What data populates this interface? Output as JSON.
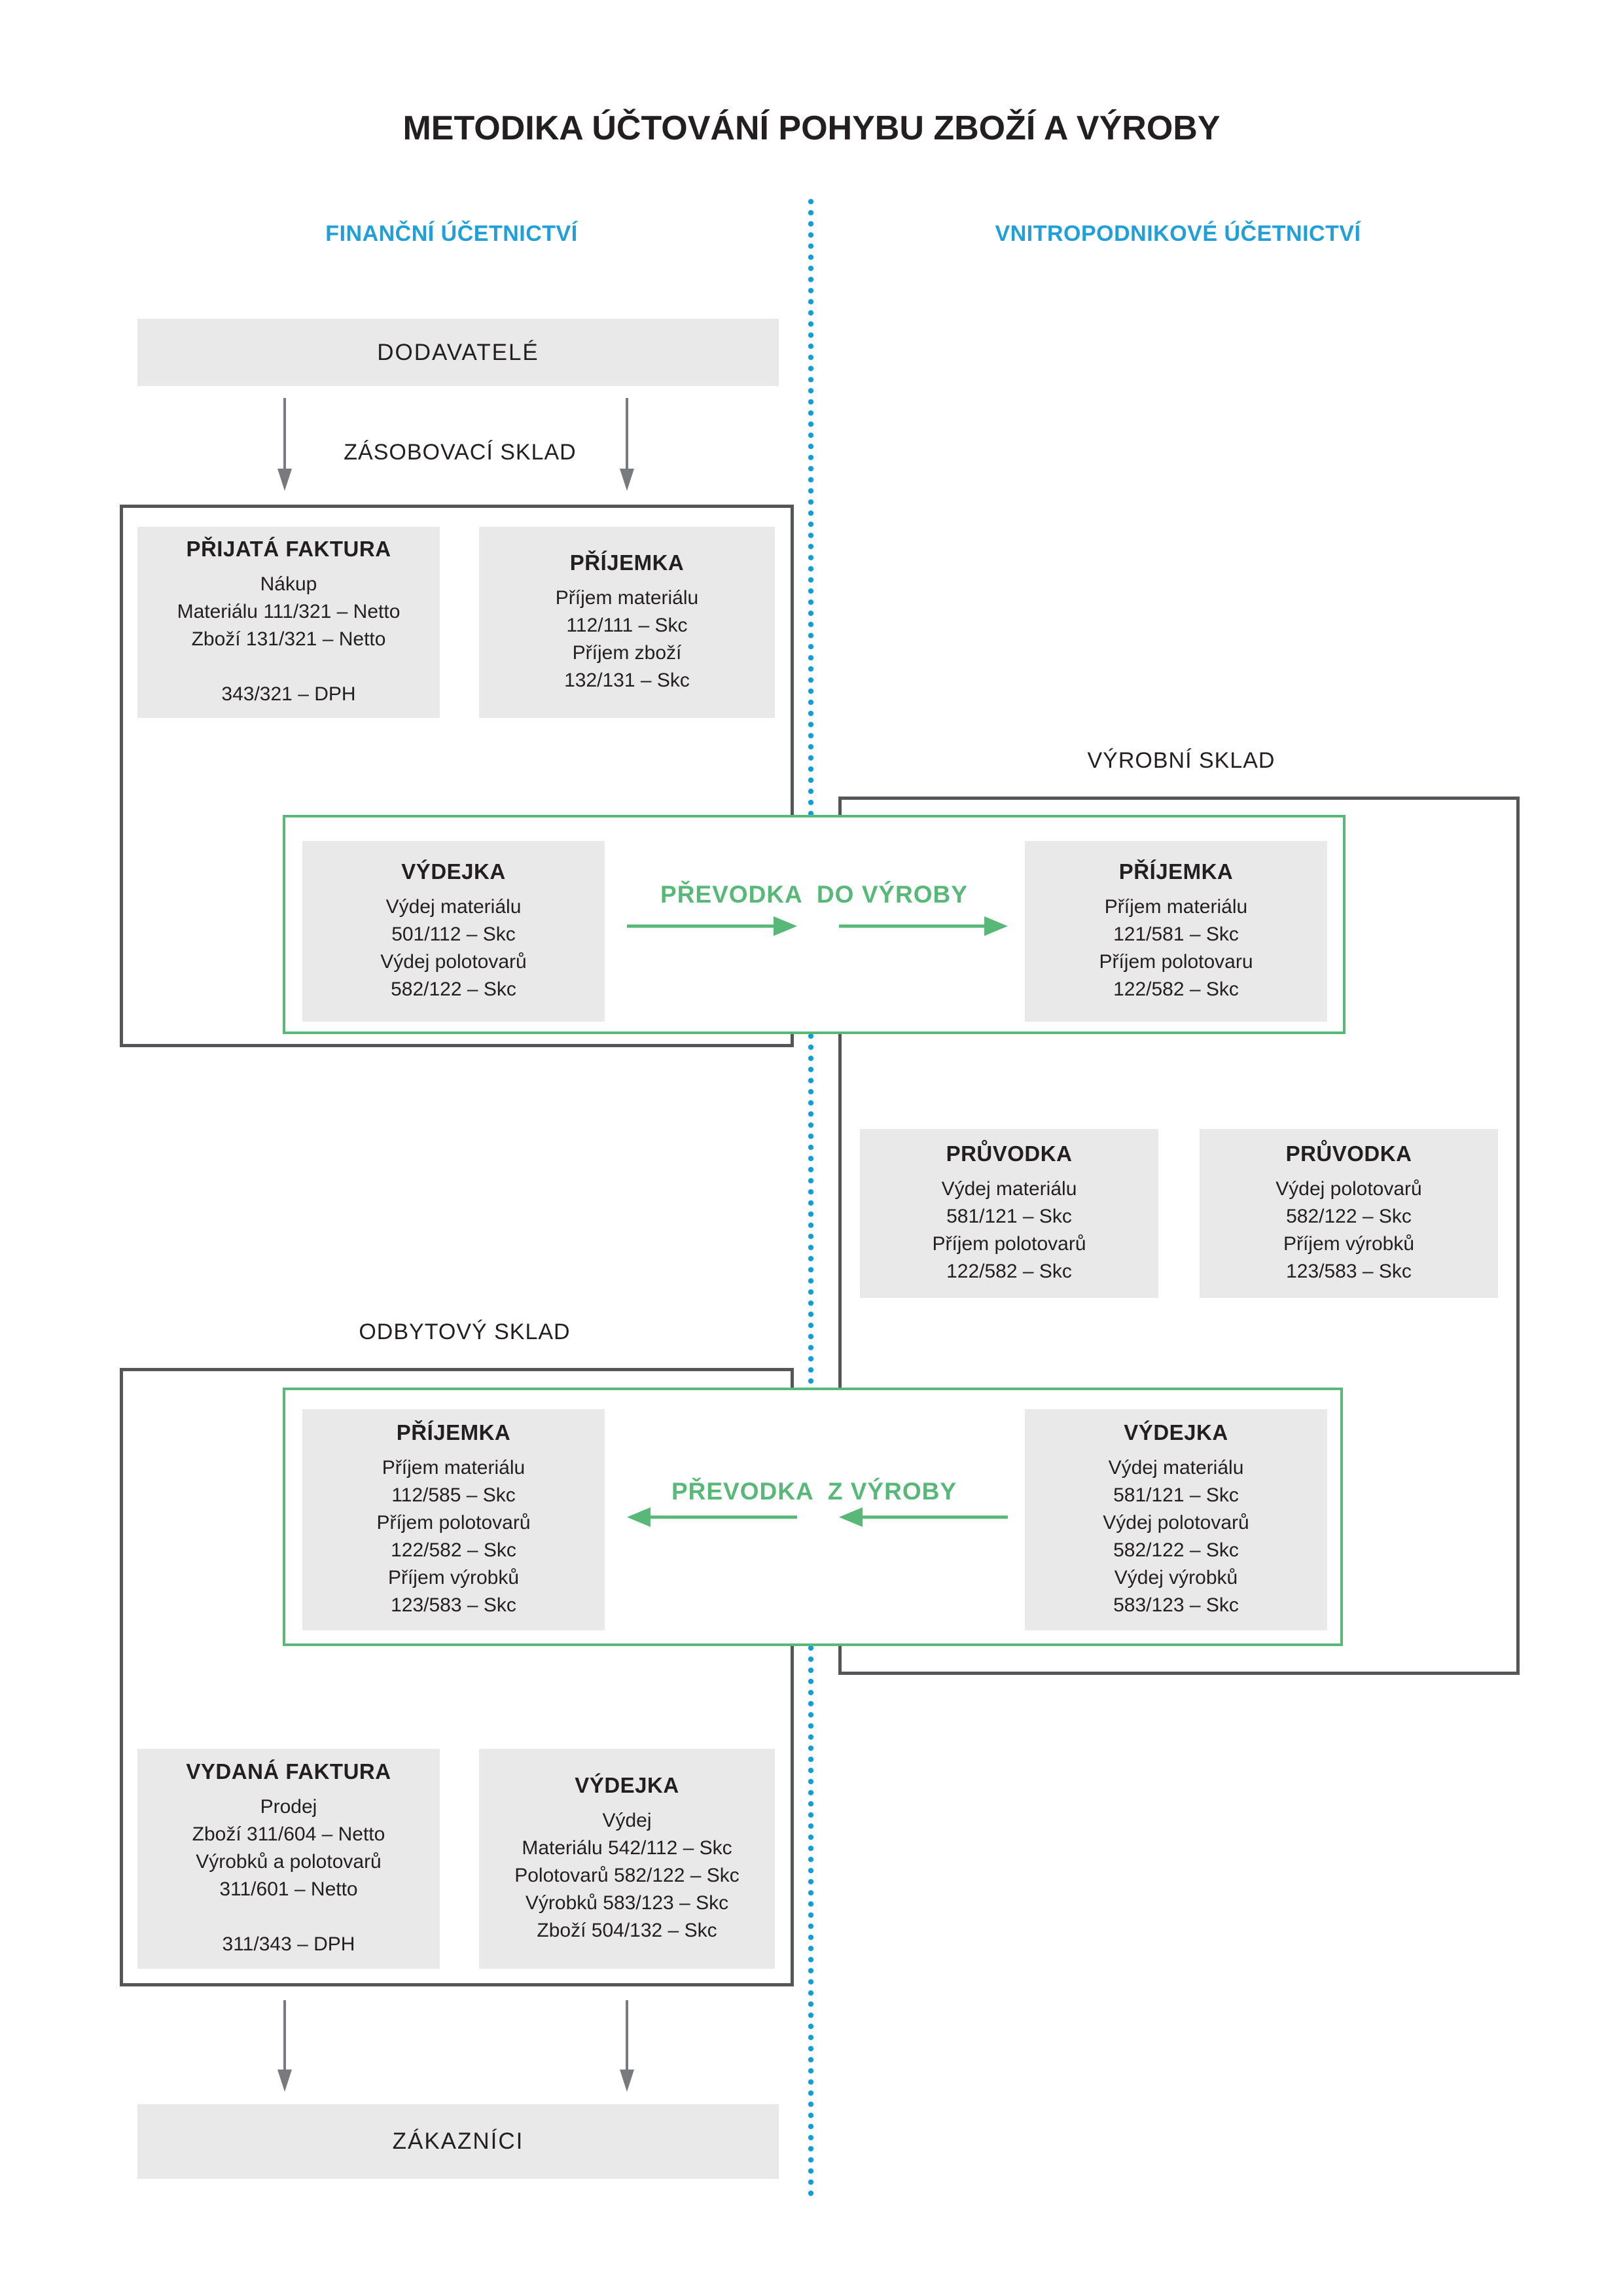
{
  "page": {
    "title": "METODIKA ÚČTOVÁNÍ POHYBU ZBOŽÍ A VÝROBY"
  },
  "colors": {
    "accent_blue": "#219fd9",
    "dot_blue": "#109cd8",
    "accent_green": "#57b878",
    "box_gray": "#e9e9e9",
    "container_border": "#55565a",
    "arrow_gray": "#797a7d",
    "text": "#231f20"
  },
  "columns": {
    "left_header": "FINANČNÍ ÚČETNICTVÍ",
    "right_header": "VNITROPODNIKOVÉ ÚČETNICTVÍ"
  },
  "endpoints": {
    "suppliers": "DODAVATELÉ",
    "customers": "ZÁKAZNÍCI"
  },
  "warehouses": {
    "supply": "ZÁSOBOVACÍ SKLAD",
    "production": "VÝROBNÍ SKLAD",
    "sales": "ODBYTOVÝ SKLAD"
  },
  "transfers": {
    "to_production": "PŘEVODKA  DO VÝROBY",
    "from_production": "PŘEVODKA  Z VÝROBY"
  },
  "boxes": {
    "received_invoice": {
      "title": "PŘIJATÁ FAKTURA",
      "lines": [
        "Nákup",
        "Materiálu 111/321 – Netto",
        "Zboží 131/321 – Netto",
        "",
        "343/321 – DPH"
      ]
    },
    "receipt_supply": {
      "title": "PŘÍJEMKA",
      "lines": [
        "Příjem materiálu",
        "112/111 – Skc",
        "Příjem zboží",
        "132/131 – Skc"
      ]
    },
    "issue_supply": {
      "title": "VÝDEJKA",
      "lines": [
        "Výdej materiálu",
        "501/112 – Skc",
        "Výdej polotovarů",
        "582/122 – Skc"
      ]
    },
    "receipt_production": {
      "title": "PŘÍJEMKA",
      "lines": [
        "Příjem materiálu",
        "121/581 – Skc",
        "Příjem polotovaru",
        "122/582 – Skc"
      ]
    },
    "tracker_material": {
      "title": "PRŮVODKA",
      "lines": [
        "Výdej materiálu",
        "581/121 – Skc",
        "Příjem polotovarů",
        "122/582 – Skc"
      ]
    },
    "tracker_semiproducts": {
      "title": "PRŮVODKA",
      "lines": [
        "Výdej polotovarů",
        "582/122 – Skc",
        "Příjem výrobků",
        "123/583 – Skc"
      ]
    },
    "receipt_sales": {
      "title": "PŘÍJEMKA",
      "lines": [
        "Příjem materiálu",
        "112/585 – Skc",
        "Příjem polotovarů",
        "122/582 – Skc",
        "Příjem výrobků",
        "123/583 – Skc"
      ]
    },
    "issue_production": {
      "title": "VÝDEJKA",
      "lines": [
        "Výdej materiálu",
        "581/121 – Skc",
        "Výdej polotovarů",
        "582/122 – Skc",
        "Výdej výrobků",
        "583/123 – Skc"
      ]
    },
    "issued_invoice": {
      "title": "VYDANÁ FAKTURA",
      "lines": [
        "Prodej",
        "Zboží 311/604 – Netto",
        "Výrobků a polotovarů",
        "311/601 – Netto",
        "",
        "311/343 – DPH"
      ]
    },
    "issue_sales": {
      "title": "VÝDEJKA",
      "lines": [
        "Výdej",
        "Materiálu 542/112 – Skc",
        "Polotovarů 582/122 – Skc",
        "Výrobků 583/123 – Skc",
        "Zboží 504/132 – Skc"
      ]
    }
  }
}
